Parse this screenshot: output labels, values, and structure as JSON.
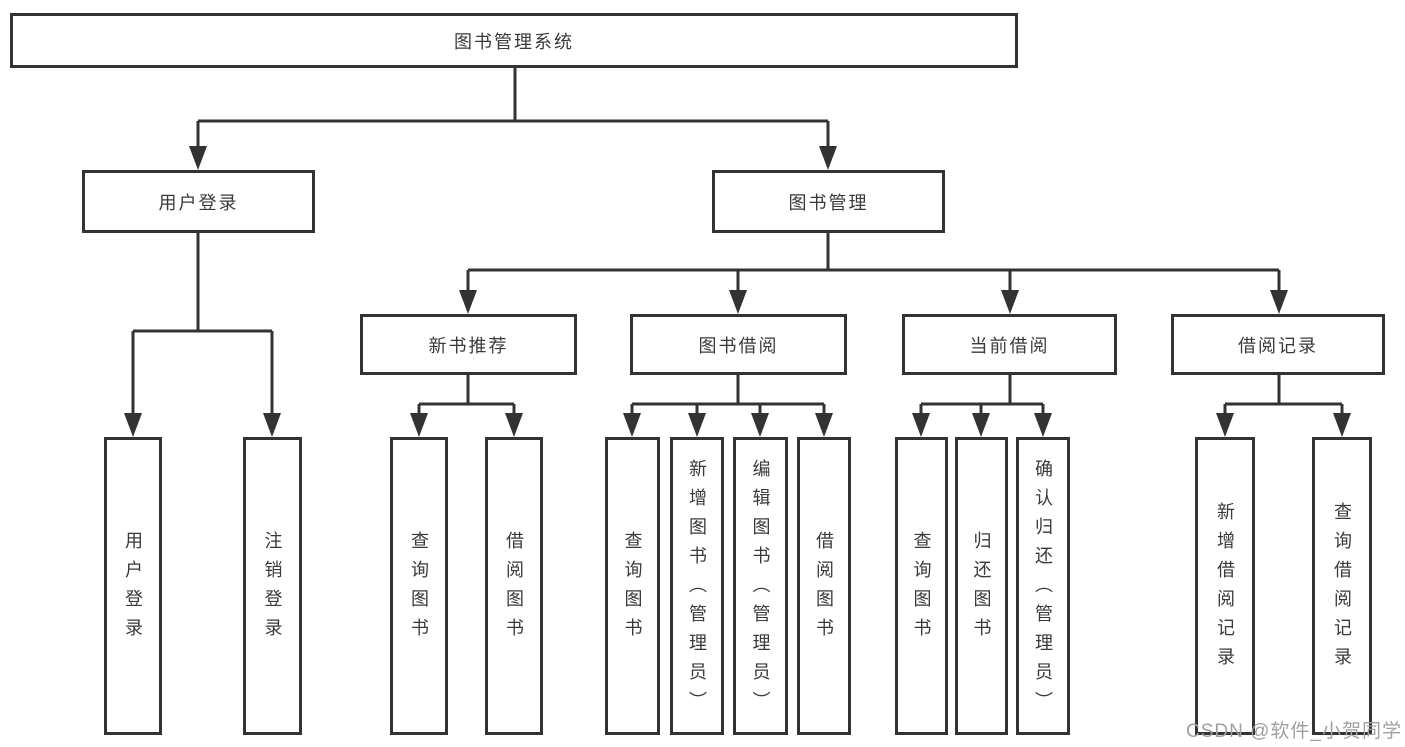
{
  "diagram": {
    "title": "图书管理系统",
    "nodes": {
      "root": "图书管理系统",
      "user_login": "用户登录",
      "book_mgmt": "图书管理",
      "new_book": "新书推荐",
      "book_borrow": "图书借阅",
      "current_borrow": "当前借阅",
      "borrow_record": "借阅记录",
      "leaf_user_login": "用户登录",
      "leaf_logout": "注销登录",
      "nb_query": "查询图书",
      "nb_borrow": "借阅图书",
      "bb_query": "查询图书",
      "bb_add": "新增图书（管理员）",
      "bb_edit": "编辑图书（管理员）",
      "bb_borrow": "借阅图书",
      "cb_query": "查询图书",
      "cb_return": "归还图书",
      "cb_confirm": "确认归还（管理员）",
      "br_add": "新增借阅记录",
      "br_query": "查询借阅记录"
    },
    "hierarchy": {
      "图书管理系统": {
        "用户登录": [
          "用户登录",
          "注销登录"
        ],
        "图书管理": {
          "新书推荐": [
            "查询图书",
            "借阅图书"
          ],
          "图书借阅": [
            "查询图书",
            "新增图书（管理员）",
            "编辑图书（管理员）",
            "借阅图书"
          ],
          "当前借阅": [
            "查询图书",
            "归还图书",
            "确认归还（管理员）"
          ],
          "借阅记录": [
            "新增借阅记录",
            "查询借阅记录"
          ]
        }
      }
    }
  },
  "watermark": {
    "text": "CSDN @软件_小贺同学"
  },
  "colors": {
    "line": "#333333",
    "box_border": "#333333",
    "text": "#3a3a3a",
    "watermark": "#a0a0a0",
    "background": "#ffffff"
  }
}
